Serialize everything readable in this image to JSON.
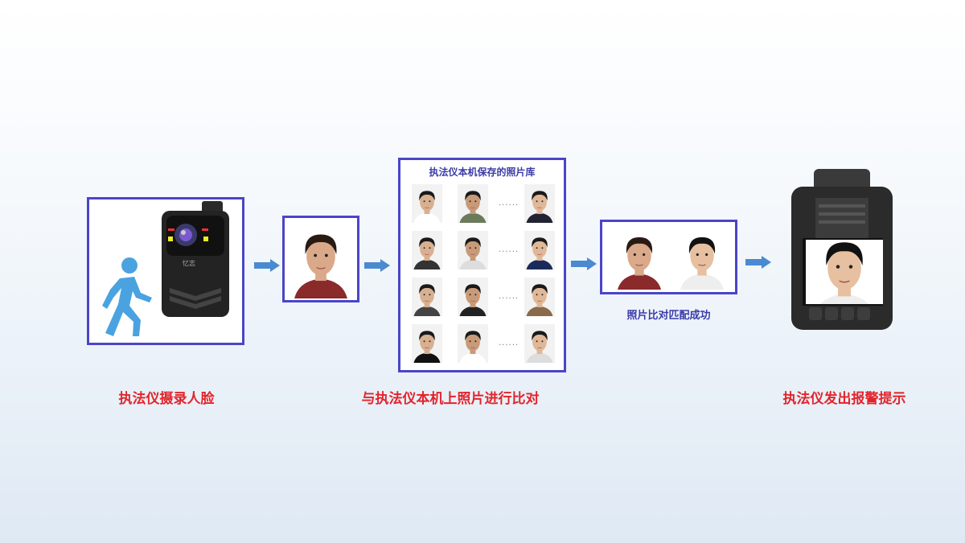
{
  "steps": [
    {
      "label": "执法仪摄录人脸"
    },
    {
      "label": "与执法仪本机上照片进行比对"
    },
    {
      "label": "执法仪发出报警提示"
    }
  ],
  "library": {
    "title": "执法仪本机保存的照片库",
    "ellipsis": "......"
  },
  "match": {
    "caption": "照片比对匹配成功"
  },
  "camera": {
    "logo": "忆志"
  },
  "colors": {
    "frame": "#4a45c8",
    "label": "#e3242b",
    "arrow": "#4a8ad0",
    "person": "#4aa3e0"
  }
}
